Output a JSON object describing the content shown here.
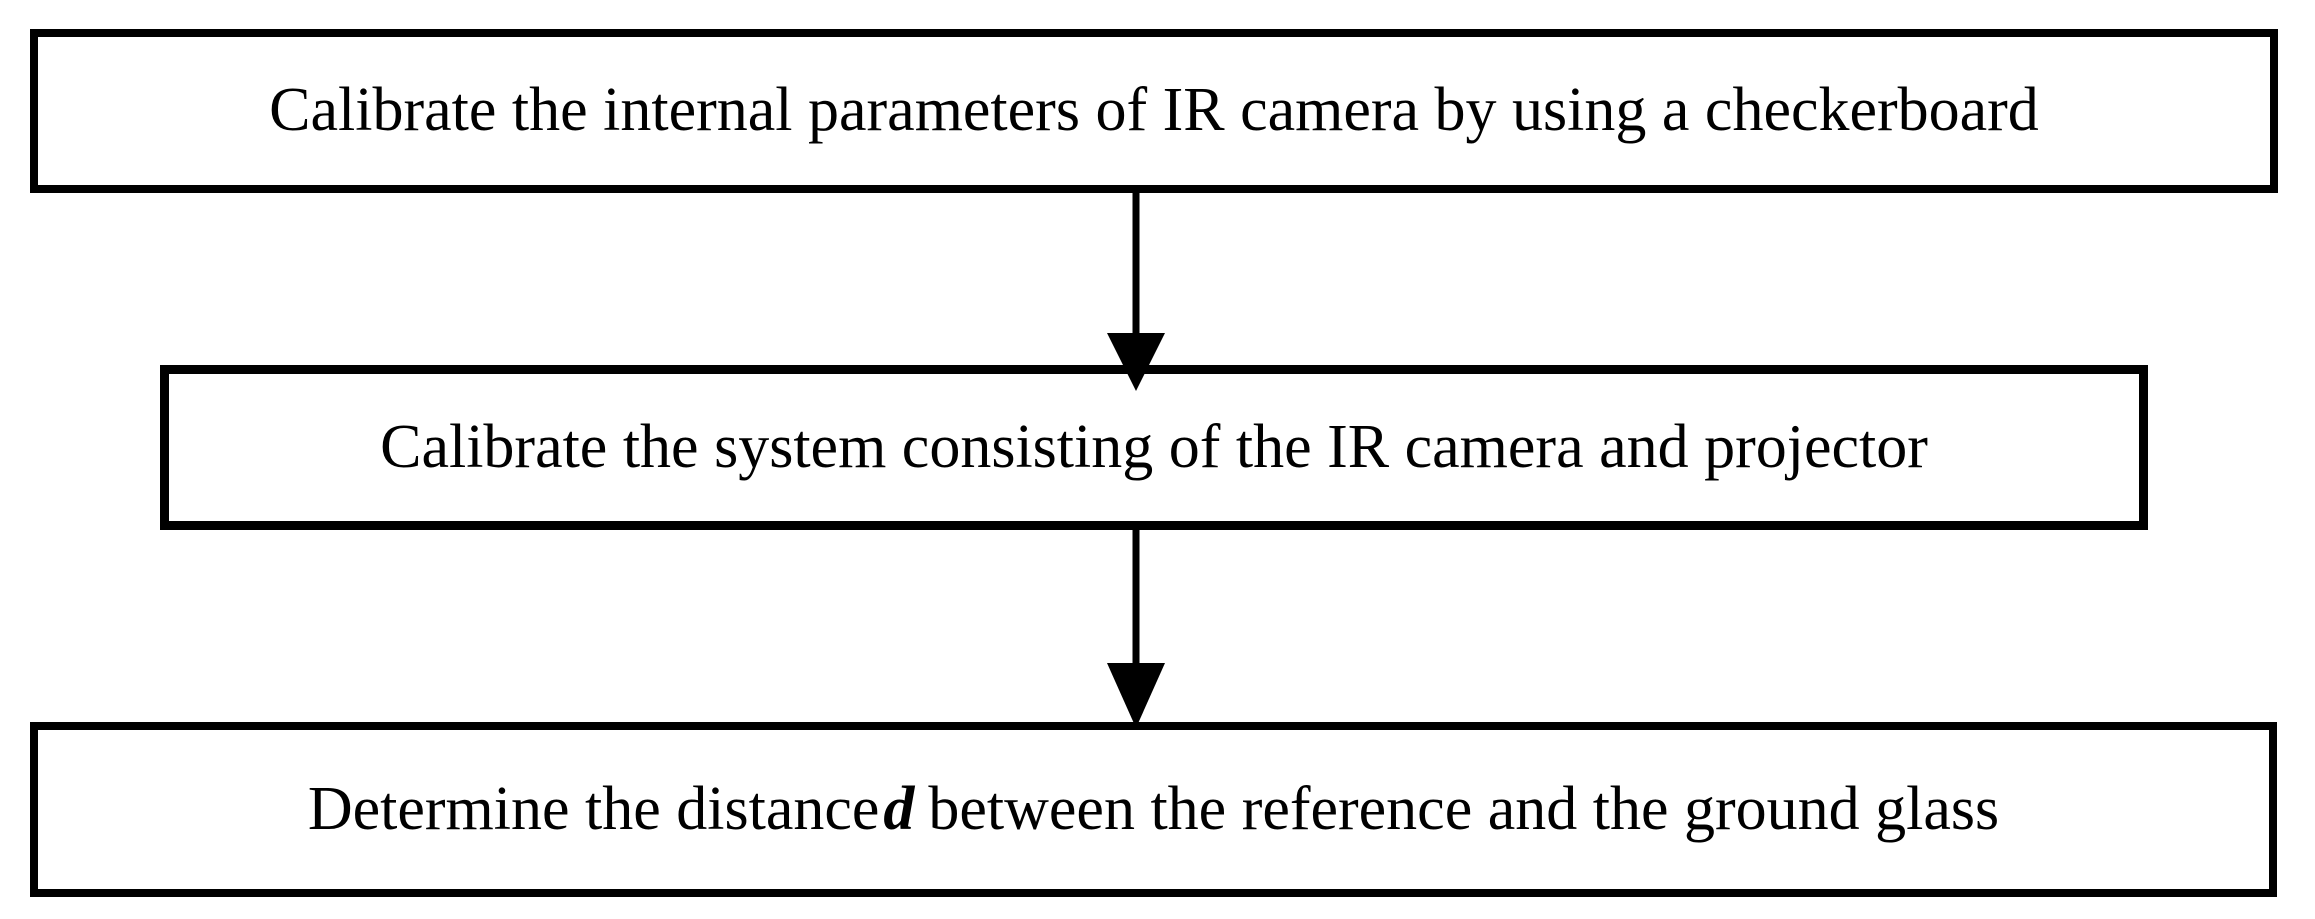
{
  "figure": {
    "type": "flowchart",
    "background_color": "#ffffff",
    "line_color": "#000000",
    "text_color": "#000000"
  },
  "steps": [
    {
      "id": 1,
      "label": "Calibrate the internal parameters of IR camera by using a checkerboard"
    },
    {
      "id": 2,
      "label": "Calibrate the system consisting of the IR camera and projector"
    },
    {
      "id": 3,
      "label_prefix": "Determine the distance",
      "label_symbol": "d",
      "label_suffix": "between the reference and the ground glass"
    }
  ],
  "connectors": [
    {
      "from_step": 1,
      "to_step": 2,
      "direction": "down"
    },
    {
      "from_step": 2,
      "to_step": 3,
      "direction": "down"
    }
  ]
}
